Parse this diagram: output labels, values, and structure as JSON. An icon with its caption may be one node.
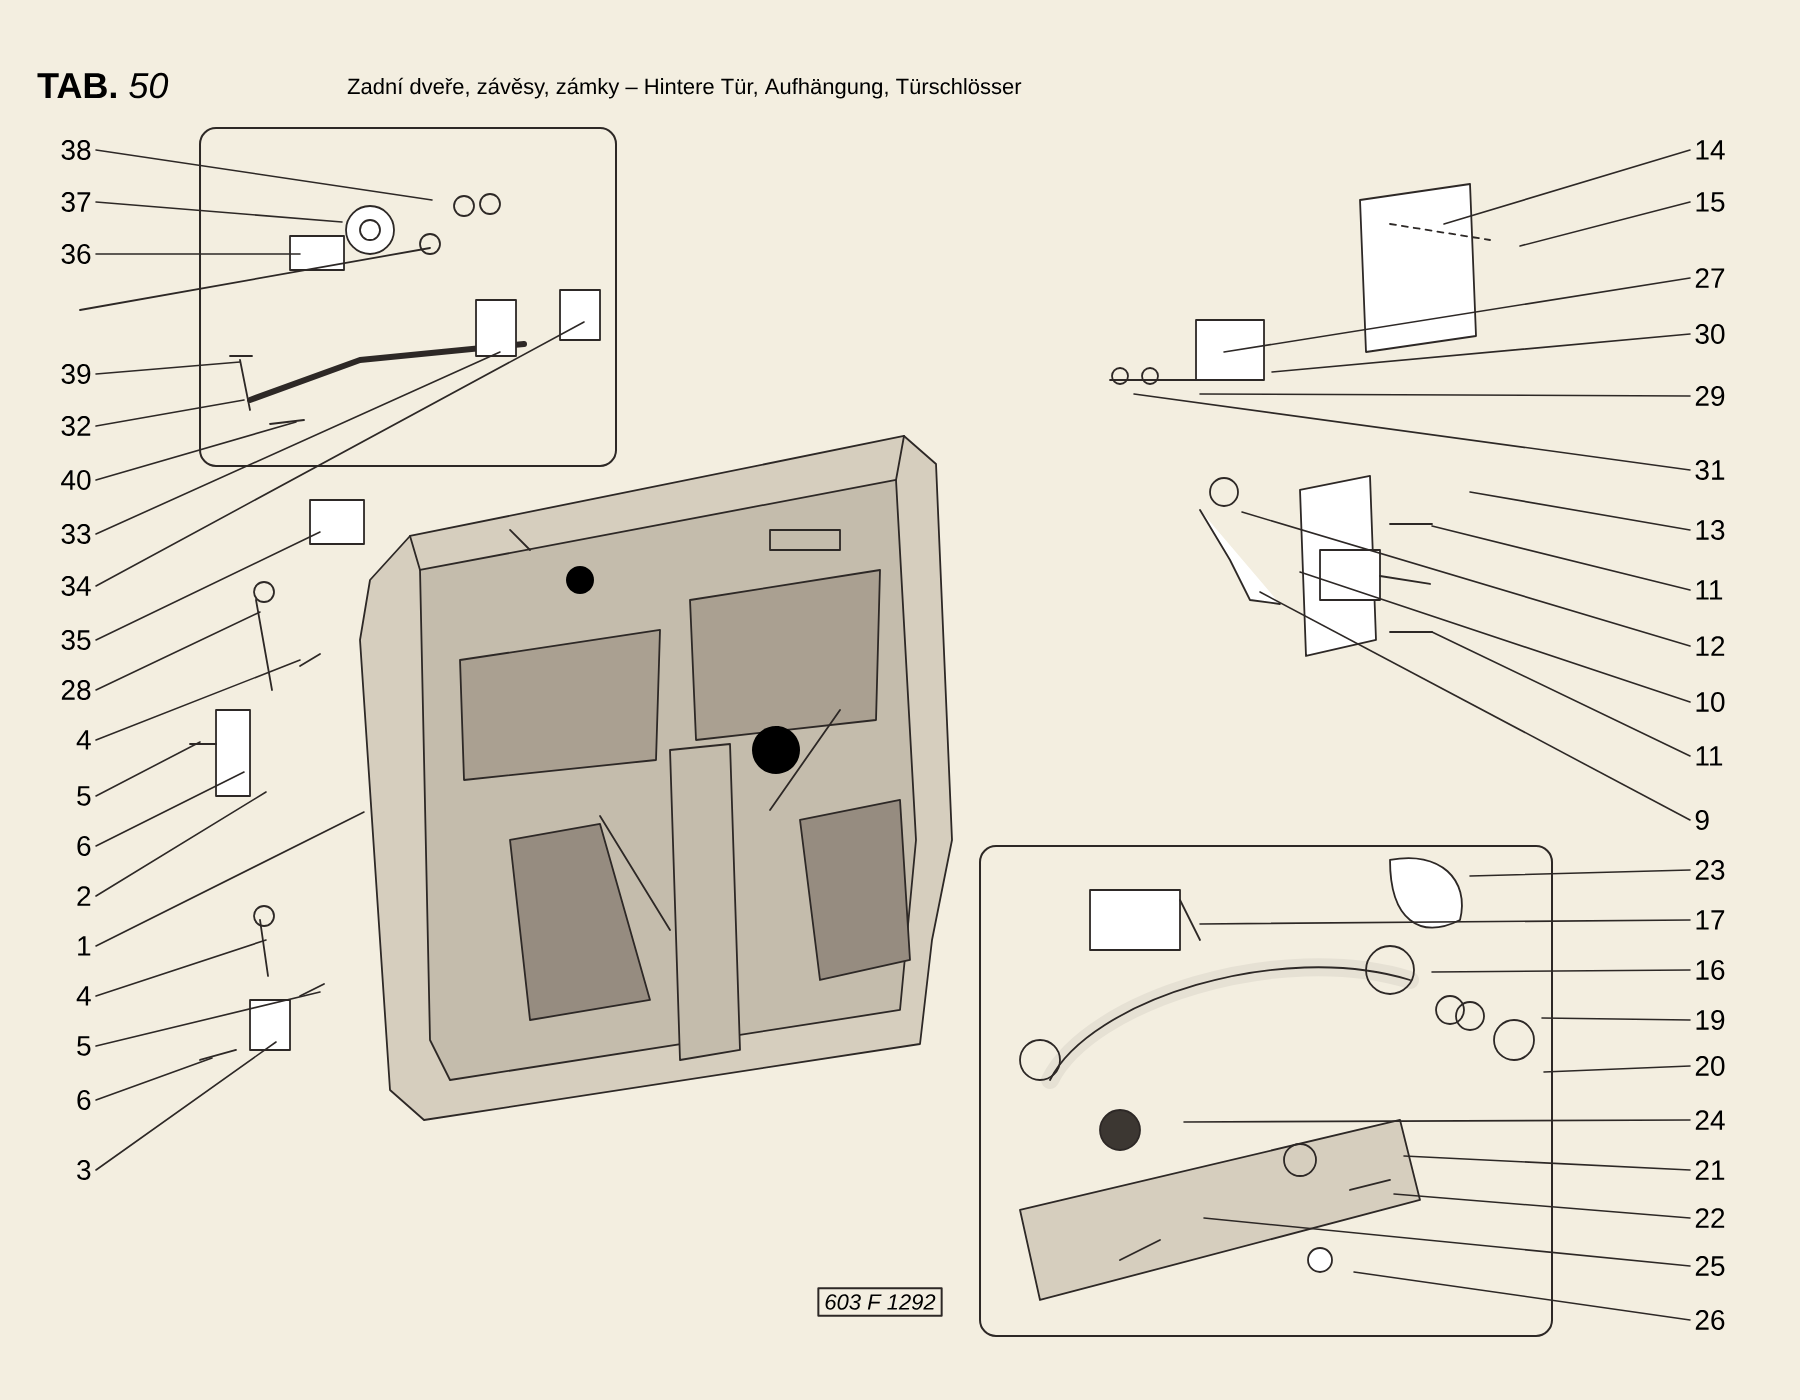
{
  "diagram": {
    "title": "**TAB.** *50*",
    "nodes": [
      {
        "text": [
          "38"
        ]
      },
      {
        "text": [
          "37"
        ]
      },
      {
        "text": [
          "36"
        ]
      },
      {
        "text": [
          "39"
        ]
      },
      {
        "text": [
          "32"
        ]
      },
      {
        "text": [
          "40"
        ]
      },
      {
        "text": [
          "33"
        ]
      },
      {
        "text": [
          "34"
        ]
      },
      {
        "text": [
          "35"
        ]
      },
      {
        "text": [
          "28"
        ]
      },
      {
        "text": [
          "4"
        ]
      },
      {
        "text": [
          "5"
        ]
      },
      {
        "text": [
          "6"
        ]
      },
      {
        "text": [
          "2"
        ]
      },
      {
        "text": [
          "1"
        ]
      },
      {
        "text": [
          "4"
        ]
      },
      {
        "text": [
          "5"
        ]
      },
      {
        "text": [
          "6"
        ]
      },
      {
        "text": [
          "3"
        ]
      },
      {
        "text": [
          "14"
        ]
      },
      {
        "text": [
          "15"
        ]
      },
      {
        "text": [
          "27"
        ]
      },
      {
        "text": [
          "30"
        ]
      },
      {
        "text": [
          "29"
        ]
      },
      {
        "text": [
          "31"
        ]
      },
      {
        "text": [
          "13"
        ]
      },
      {
        "text": [
          "11"
        ]
      },
      {
        "text": [
          "12"
        ]
      },
      {
        "text": [
          "10"
        ]
      },
      {
        "text": [
          "11"
        ]
      },
      {
        "text": [
          "9"
        ]
      },
      {
        "text": [
          "23"
        ]
      },
      {
        "text": [
          "17"
        ]
      },
      {
        "text": [
          "16"
        ]
      },
      {
        "text": [
          "19"
        ]
      },
      {
        "text": [
          "20"
        ]
      },
      {
        "text": [
          "24"
        ]
      },
      {
        "text": [
          "21"
        ]
      },
      {
        "text": [
          "22"
        ]
      },
      {
        "text": [
          "25"
        ]
      },
      {
        "text": [
          "26"
        ]
      }
    ],
    "edges": [
      {
        "from": 0,
        "to": null,
        "arrow": "none"
      },
      {
        "from": 1,
        "to": null,
        "arrow": "none"
      },
      {
        "from": 2,
        "to": null,
        "arrow": "none"
      },
      {
        "from": 3,
        "to": null,
        "arrow": "none"
      },
      {
        "from": 4,
        "to": null,
        "arrow": "none"
      },
      {
        "from": 5,
        "to": null,
        "arrow": "none"
      },
      {
        "from": 6,
        "to": null,
        "arrow": "none"
      },
      {
        "from": 7,
        "to": null,
        "arrow": "none"
      },
      {
        "from": 8,
        "to": null,
        "arrow": "none"
      },
      {
        "from": 9,
        "to": null,
        "arrow": "none"
      },
      {
        "from": 10,
        "to": null,
        "arrow": "none"
      },
      {
        "from": 11,
        "to": null,
        "arrow": "none"
      },
      {
        "from": 12,
        "to": null,
        "arrow": "none"
      },
      {
        "from": 13,
        "to": null,
        "arrow": "none"
      },
      {
        "from": 14,
        "to": null,
        "arrow": "none"
      },
      {
        "from": 15,
        "to": null,
        "arrow": "none"
      },
      {
        "from": 16,
        "to": null,
        "arrow": "none"
      },
      {
        "from": 17,
        "to": null,
        "arrow": "none"
      },
      {
        "from": 18,
        "to": null,
        "arrow": "none"
      },
      {
        "from": 19,
        "to": null,
        "arrow": "none"
      },
      {
        "from": 20,
        "to": null,
        "arrow": "none"
      },
      {
        "from": 21,
        "to": null,
        "arrow": "none"
      },
      {
        "from": 22,
        "to": null,
        "arrow": "none"
      },
      {
        "from": 23,
        "to": null,
        "arrow": "none"
      },
      {
        "from": 24,
        "to": null,
        "arrow": "none"
      },
      {
        "from": 25,
        "to": null,
        "arrow": "none"
      },
      {
        "from": 26,
        "to": null,
        "arrow": "none"
      },
      {
        "from": 27,
        "to": null,
        "arrow": "none"
      },
      {
        "from": 28,
        "to": null,
        "arrow": "none"
      },
      {
        "from": 29,
        "to": null,
        "arrow": "none"
      },
      {
        "from": 30,
        "to": null,
        "arrow": "none"
      },
      {
        "from": 31,
        "to": null,
        "arrow": "none"
      },
      {
        "from": 32,
        "to": null,
        "arrow": "none"
      },
      {
        "from": 33,
        "to": null,
        "arrow": "none"
      },
      {
        "from": 34,
        "to": null,
        "arrow": "none"
      },
      {
        "from": 35,
        "to": null,
        "arrow": "none"
      },
      {
        "from": 36,
        "to": null,
        "arrow": "none"
      },
      {
        "from": 37,
        "to": null,
        "arrow": "none"
      },
      {
        "from": 38,
        "to": null,
        "arrow": "none"
      },
      {
        "from": 39,
        "to": null,
        "arrow": "none"
      },
      {
        "from": 40,
        "to": null,
        "arrow": "none"
      }
    ],
    "labels": [
      "Zadní dveře, závěsy, zámky – Hintere Tür, Aufhängung, Türschlösser",
      "603 F 1292"
    ]
  }
}
